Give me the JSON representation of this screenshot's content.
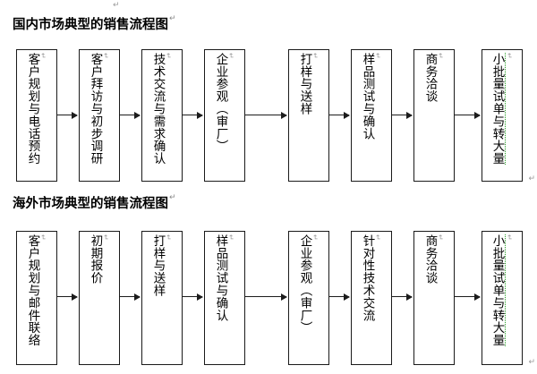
{
  "document": {
    "para_mark": "↵",
    "top_mark": "↵"
  },
  "sections": [
    {
      "heading": "国内市场典型的销售流程图",
      "steps": [
        {
          "label": "客户规划与电话预约",
          "spellcheck": false,
          "mark": "↵"
        },
        {
          "label": "客户拜访与初步调研",
          "spellcheck": false,
          "mark": "↵"
        },
        {
          "label": "技术交流与需求确认",
          "spellcheck": false,
          "mark": "↵"
        },
        {
          "label": "企业参观（审厂）",
          "spellcheck": false,
          "mark": "↵"
        },
        {
          "label": "打样与送样",
          "spellcheck": false,
          "mark": "↵"
        },
        {
          "label": "样品测试与确认",
          "spellcheck": false,
          "mark": "↵"
        },
        {
          "label": "商务洽谈",
          "spellcheck": false,
          "mark": "↵"
        },
        {
          "label": "小批量试单与转大量",
          "spellcheck": true,
          "mark": "↵"
        }
      ],
      "end_mark": "↵"
    },
    {
      "heading": "海外市场典型的销售流程图",
      "steps": [
        {
          "label": "客户规划与邮件联络",
          "spellcheck": false,
          "mark": "↵"
        },
        {
          "label": "初期报价",
          "spellcheck": false,
          "mark": "↵"
        },
        {
          "label": "打样与送样",
          "spellcheck": false,
          "mark": "↵"
        },
        {
          "label": "样品测试与确认",
          "spellcheck": false,
          "mark": "↵"
        },
        {
          "label": "企业参观（审厂）",
          "spellcheck": false,
          "mark": "↵"
        },
        {
          "label": "针对性技术交流",
          "spellcheck": false,
          "mark": "↵"
        },
        {
          "label": "商务洽谈",
          "spellcheck": false,
          "mark": "↵"
        },
        {
          "label": "小批量试单与转大量",
          "spellcheck": true,
          "mark": "↵"
        }
      ],
      "end_mark": "↵"
    }
  ],
  "colors": {
    "box_border": "#1a1a1a",
    "arrow": "#1c1c1c",
    "spellcheck_underline": "#2aa12a",
    "mark": "#9a9a9a",
    "page_background": "#ffffff"
  }
}
